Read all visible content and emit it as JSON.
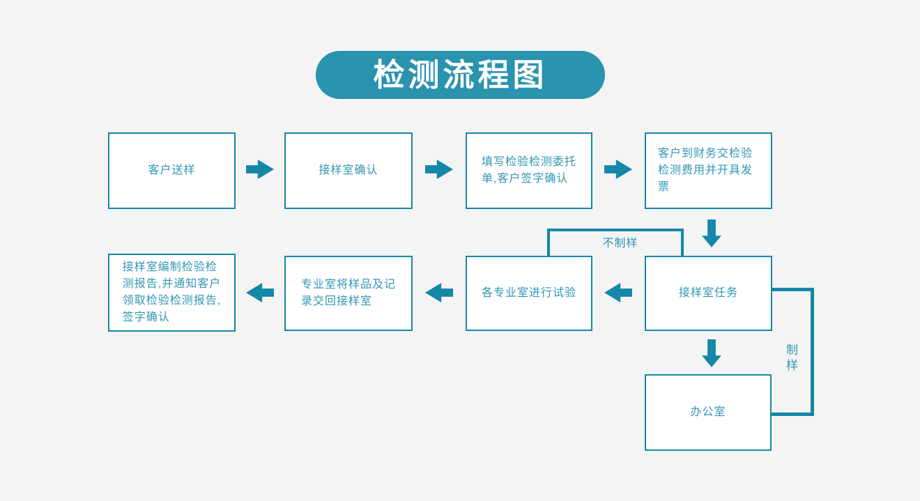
{
  "title": {
    "text": "检测流程图"
  },
  "colors": {
    "background": "#f4f4f5",
    "stroke": "#1587a7",
    "banner_bg": "#2a93ad",
    "title_text": "#ffffff",
    "box_bg": "#ffffff",
    "box_text": "#3096b2"
  },
  "flow": {
    "row1": [
      {
        "id": "customer-sends-sample",
        "label": "客户送样"
      },
      {
        "id": "sample-room-confirm",
        "label": "接样室确认"
      },
      {
        "id": "fill-commission-form",
        "label": "填写检验检测委托\n单,客户签字确认"
      },
      {
        "id": "pay-fee-invoice",
        "label": "客户到财务交检验\n检测费用并开具发票"
      }
    ],
    "row2": [
      {
        "id": "sample-room-task",
        "label": "接样室任务"
      },
      {
        "id": "labs-run-tests",
        "label": "各专业室进行试验"
      },
      {
        "id": "return-samples-records",
        "label": "专业室将样品及记\n录交回接样室"
      },
      {
        "id": "prepare-report",
        "label": "接样室编制检验检\n测报告,并通知客户\n领取检验检测报告,\n签字确认"
      }
    ],
    "office": {
      "id": "office",
      "label": "办公室"
    },
    "edge_labels": {
      "no_sample_prep": "不制样",
      "sample_prep": "制样"
    }
  }
}
